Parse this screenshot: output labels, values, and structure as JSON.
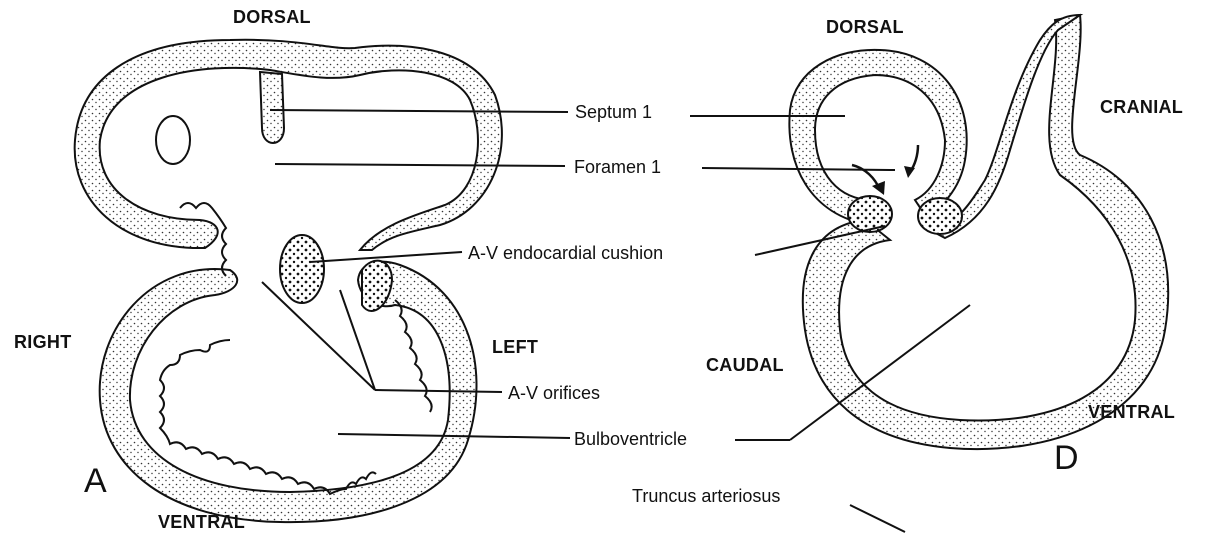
{
  "panel_a": {
    "letter": "A",
    "orientation": {
      "top": "DORSAL",
      "bottom": "VENTRAL",
      "left": "RIGHT",
      "right": "LEFT"
    }
  },
  "panel_d": {
    "letter": "D",
    "orientation": {
      "top": "DORSAL",
      "cranial": "CRANIAL",
      "caudal": "CAUDAL",
      "ventral": "VENTRAL"
    }
  },
  "labels": {
    "septum": "Septum 1",
    "foramen": "Foramen 1",
    "cushion": "A-V endocardial cushion",
    "orifices": "A-V orifices",
    "bulboventricle": "Bulboventricle",
    "truncus": "Truncus arteriosus"
  },
  "colors": {
    "ink": "#111111",
    "wall_fill": "#d8d8d8",
    "background": "#ffffff"
  }
}
